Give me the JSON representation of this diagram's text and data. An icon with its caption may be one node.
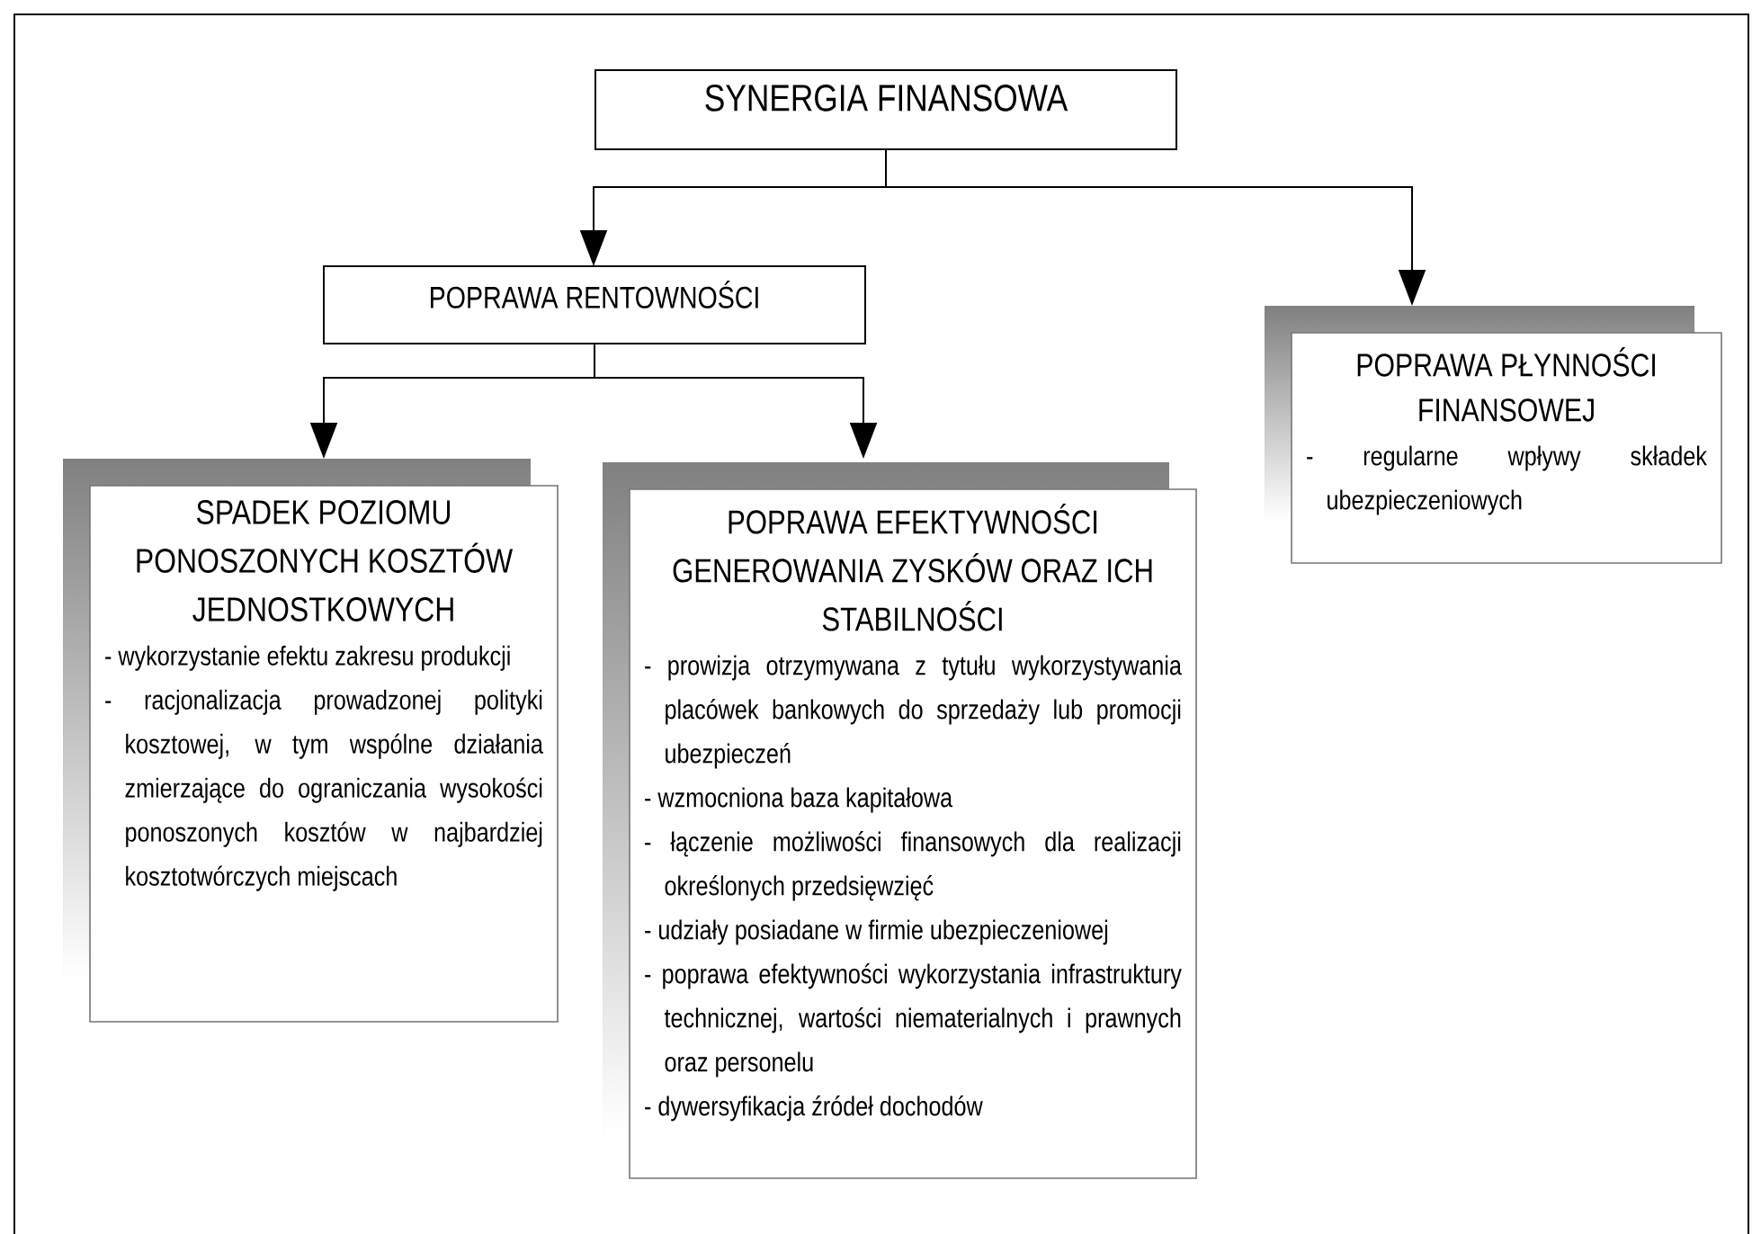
{
  "diagram": {
    "nodes": [
      {
        "text": [
          "SYNERGIA FINANSOWA"
        ]
      },
      {
        "text": [
          "POPRAWA RENTOWNOŚCI"
        ]
      },
      {
        "text": [
          "POPRAWA PŁYNNOŚCI FINANSOWEJ",
          "- regularne wpływy składek ubezpieczeniowych"
        ]
      },
      {
        "text": [
          "SPADEK POZIOMU PONOSZONYCH KOSZTÓW JEDNOSTKOWYCH",
          "- wykorzystanie efektu zakresu produkcji",
          "- racjonalizacja prowadzonej polityki kosztowej, w tym wspólne działania zmierzające do ograniczania wysokości ponoszonych kosztów w najbardziej kosztotwórczych miejscach"
        ]
      },
      {
        "text": [
          "POPRAWA EFEKTYWNOŚCI GENEROWANIA ZYSKÓW ORAZ ICH STABILNOŚCI",
          "- prowizja otrzymywana z tytułu wykorzystywania placówek bankowych do sprzedaży lub promocji ubezpieczeń",
          "- wzmocniona baza kapitałowa",
          "- łączenie możliwości finansowych dla realizacji określonych przedsięwzięć",
          "- udziały posiadane w firmie ubezpieczeniowej",
          "- poprawa efektywności wykorzystania infrastruktury technicznej, wartości niematerialnych i prawnych oraz personelu",
          "- dywersyfikacja źródeł dochodów"
        ]
      }
    ],
    "edges": [
      {
        "from": 0,
        "to": 1,
        "arrow": "to"
      },
      {
        "from": 0,
        "to": 2,
        "arrow": "to"
      },
      {
        "from": 1,
        "to": 3,
        "arrow": "to"
      },
      {
        "from": 1,
        "to": 4,
        "arrow": "to"
      }
    ]
  }
}
